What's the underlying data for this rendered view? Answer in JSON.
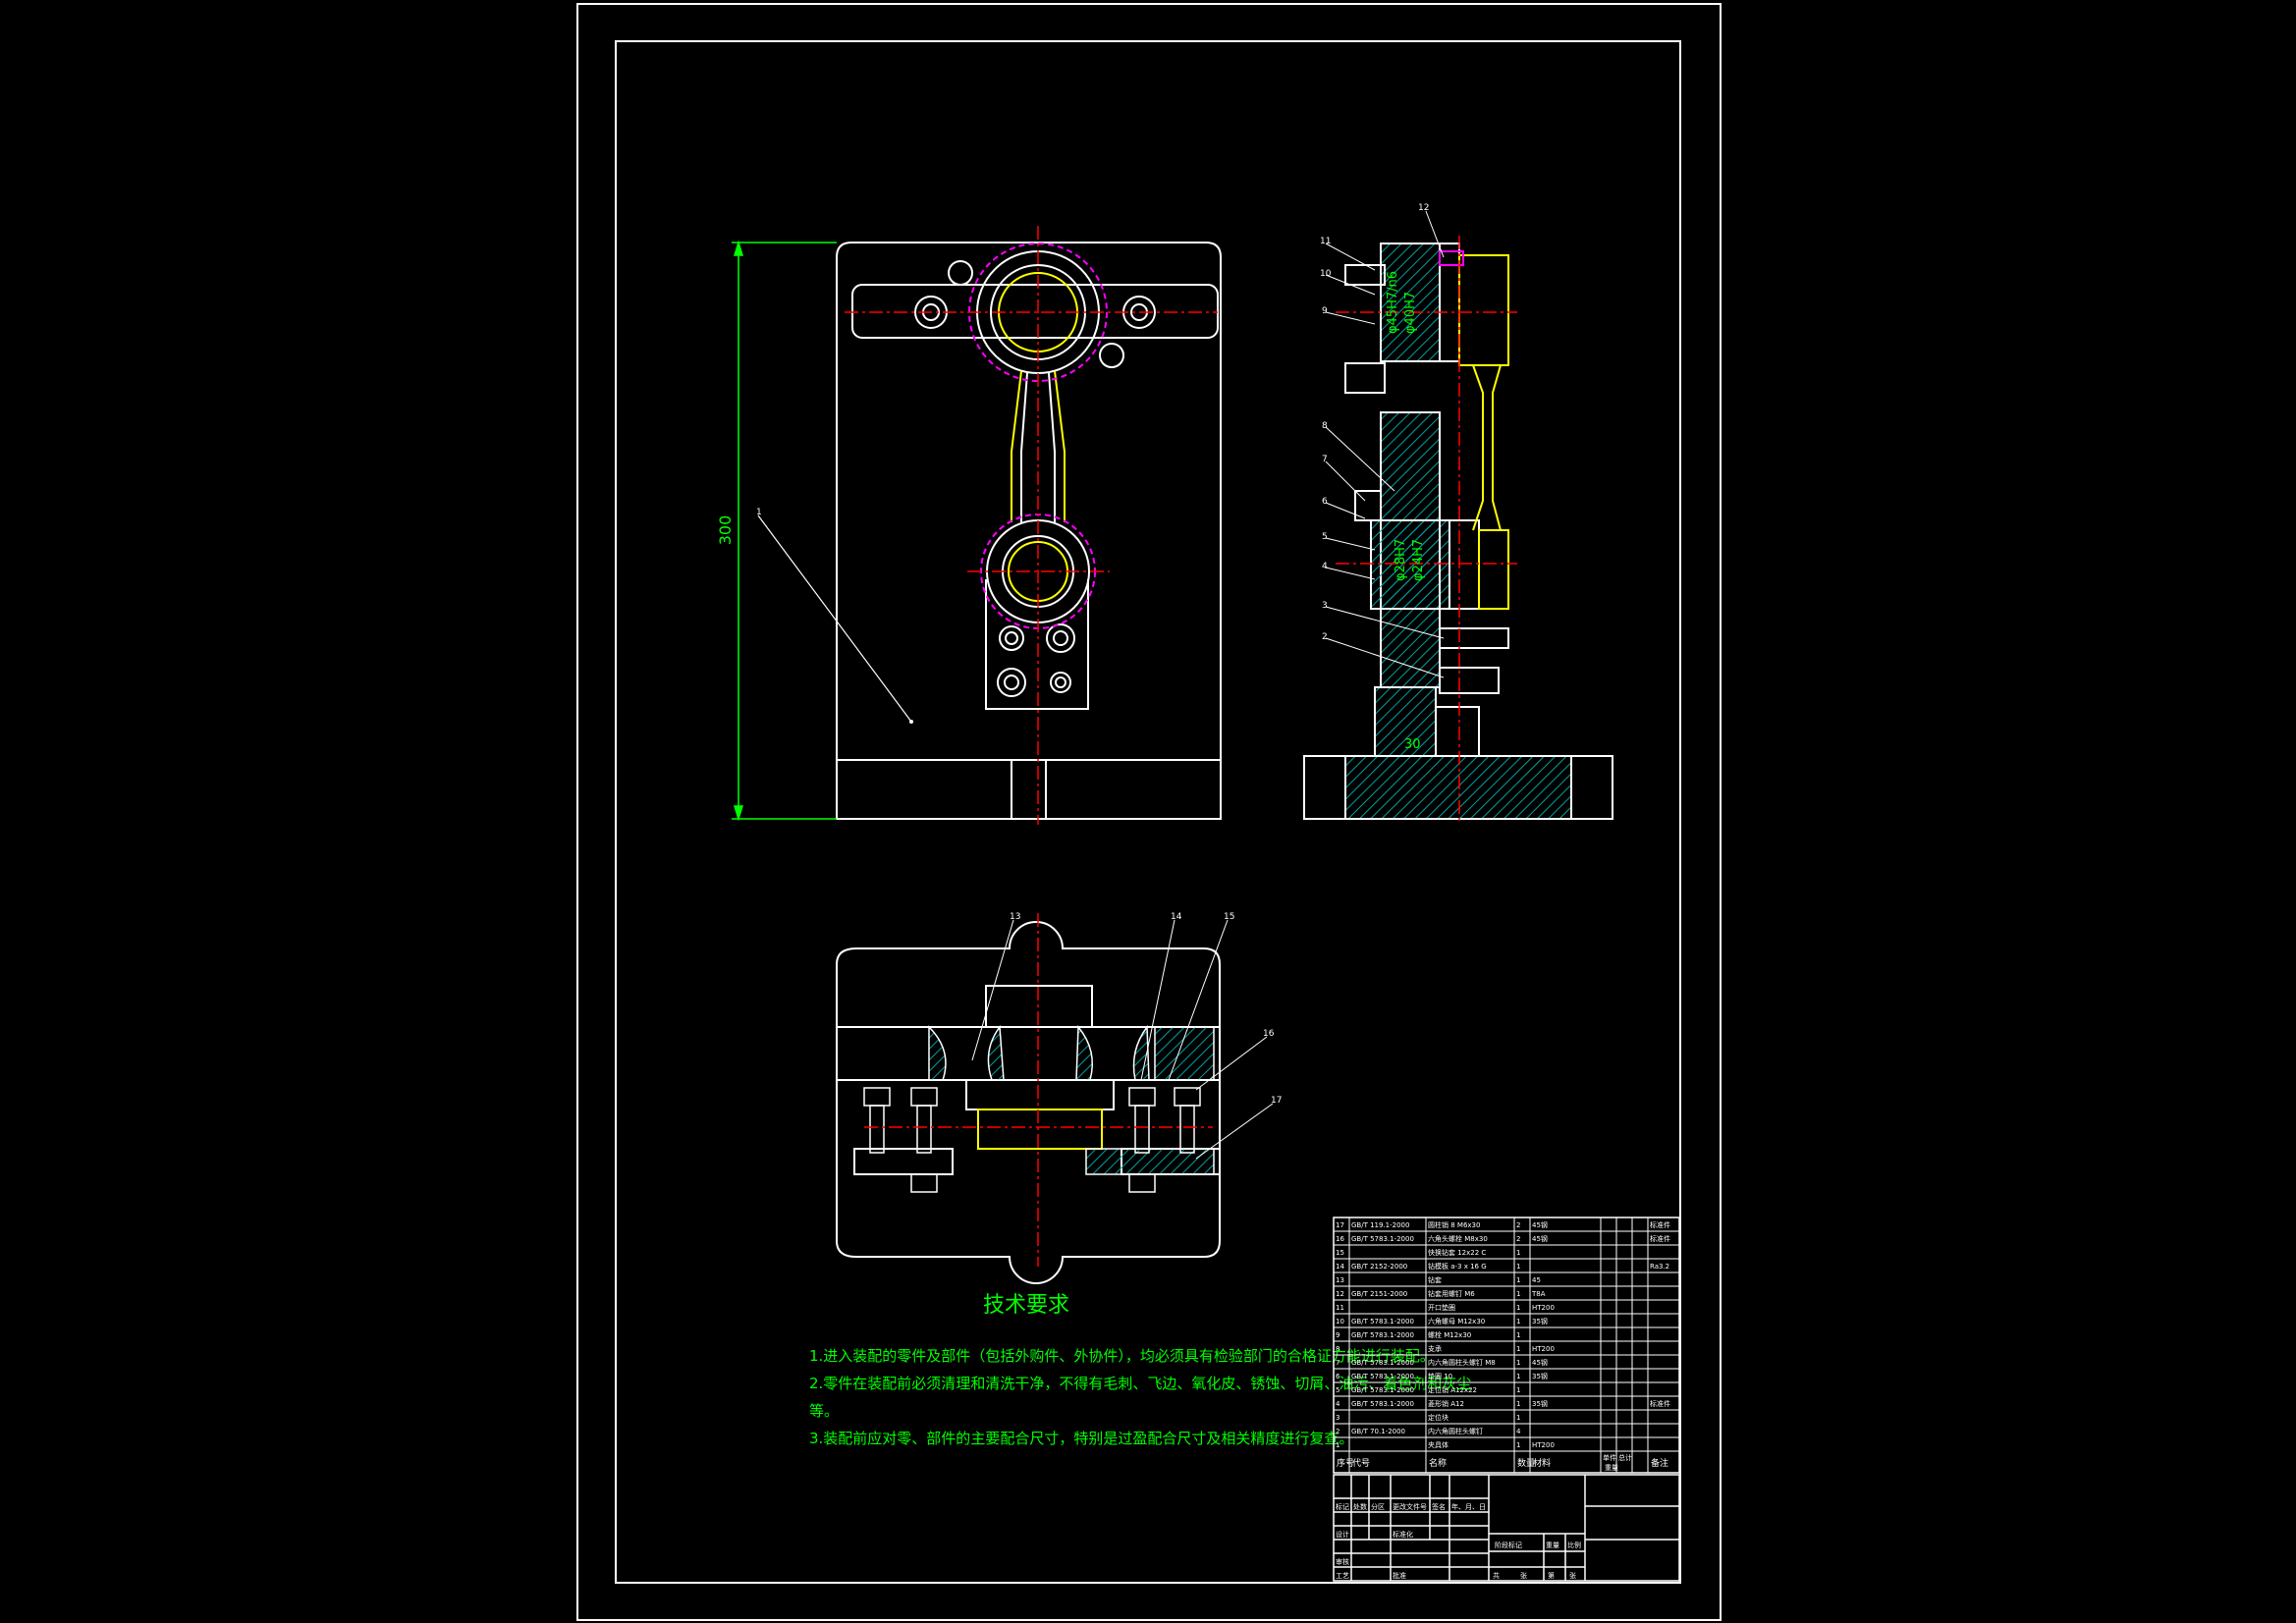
{
  "drawing": {
    "technical_requirements": {
      "heading": "技术要求",
      "lines": [
        "1.进入装配的零件及部件（包括外购件、外协件），均必须具有检验部门的合格证方能进行装配。",
        "2.零件在装配前必须清理和清洗干净，不得有毛刺、飞边、氧化皮、锈蚀、切屑、油污、着色剂和灰尘",
        "等。",
        "3.装配前应对零、部件的主要配合尺寸，特别是过盈配合尺寸及相关精度进行复查。"
      ]
    },
    "dimensions": {
      "overall_height": "300",
      "base_width": "30",
      "diameters": [
        "φ45H7/n6",
        "φ40H7",
        "φ28H7",
        "φ24H7"
      ]
    },
    "front_view_callouts": [
      "1"
    ],
    "side_view_callouts": [
      "12",
      "11",
      "10",
      "9",
      "8",
      "7",
      "6",
      "5",
      "4",
      "3",
      "2"
    ],
    "top_view_callouts": [
      "13",
      "14",
      "15",
      "16",
      "17"
    ],
    "bom": {
      "rows": [
        {
          "no": "17",
          "code": "GB/T 119.1-2000",
          "name": "圆柱销 8 M6x30",
          "qty": "2",
          "material": "45钢",
          "note": "标准件"
        },
        {
          "no": "16",
          "code": "GB/T 5783.1-2000",
          "name": "六角头螺栓 M8x30",
          "qty": "2",
          "material": "45钢",
          "note": "标准件"
        },
        {
          "no": "15",
          "code": "",
          "name": "快换钻套 12x22 C",
          "qty": "1",
          "material": "",
          "note": ""
        },
        {
          "no": "14",
          "code": "GB/T 2152-2000",
          "name": "钻模板 a-3 x 16 G",
          "qty": "1",
          "material": "",
          "note": "Ra3.2"
        },
        {
          "no": "13",
          "code": "",
          "name": "钻套",
          "qty": "1",
          "material": "45",
          "note": ""
        },
        {
          "no": "12",
          "code": "GB/T 2151-2000",
          "name": "钻套用螺钉 M6",
          "qty": "1",
          "material": "T8A",
          "note": ""
        },
        {
          "no": "11",
          "code": "",
          "name": "开口垫圈",
          "qty": "1",
          "material": "HT200",
          "note": ""
        },
        {
          "no": "10",
          "code": "GB/T 5783.1-2000",
          "name": "六角螺母 M12x30",
          "qty": "1",
          "material": "35钢",
          "note": ""
        },
        {
          "no": "9",
          "code": "GB/T 5783.1-2000",
          "name": "螺栓 M12x30",
          "qty": "1",
          "material": "",
          "note": ""
        },
        {
          "no": "8",
          "code": "",
          "name": "支承",
          "qty": "1",
          "material": "HT200",
          "note": ""
        },
        {
          "no": "7",
          "code": "GB/T 5783.1-2000",
          "name": "内六角圆柱头螺钉 M8",
          "qty": "1",
          "material": "45钢",
          "note": ""
        },
        {
          "no": "6",
          "code": "GB/T 5783.1-2000",
          "name": "垫圈 10",
          "qty": "1",
          "material": "35钢",
          "note": ""
        },
        {
          "no": "5",
          "code": "GB/T 5783.1-2000",
          "name": "定位销 A12x22",
          "qty": "1",
          "material": "",
          "note": ""
        },
        {
          "no": "4",
          "code": "GB/T 5783.1-2000",
          "name": "菱形销 A12",
          "qty": "1",
          "material": "35钢",
          "note": "标准件"
        },
        {
          "no": "3",
          "code": "",
          "name": "定位块",
          "qty": "1",
          "material": "",
          "note": ""
        },
        {
          "no": "2",
          "code": "GB/T 70.1-2000",
          "name": "内六角圆柱头螺钉",
          "qty": "4",
          "material": "",
          "note": ""
        },
        {
          "no": "1",
          "code": "",
          "name": "夹具体",
          "qty": "1",
          "material": "HT200",
          "note": ""
        }
      ],
      "header": {
        "no": "序号",
        "code": "代号",
        "name": "名称",
        "qty": "数量",
        "material": "材料",
        "unit_weight": "单件",
        "total_weight": "总计",
        "weight": "重量",
        "note": "备注"
      }
    },
    "title_block": {
      "labels": [
        "标记",
        "处数",
        "分区",
        "更改文件号",
        "签名",
        "年、月、日",
        "设计",
        "标准化",
        "审核",
        "工艺",
        "批准",
        "阶段标记",
        "重量",
        "比例",
        "共",
        "张",
        "第",
        "张"
      ]
    },
    "colors": {
      "background": "#000000",
      "outline": "#ffffff",
      "dimension": "#00ff00",
      "centerline": "#ff0000",
      "hatch": "#00a0a0",
      "part": "#ffff00",
      "hidden": "#ff00ff"
    }
  }
}
